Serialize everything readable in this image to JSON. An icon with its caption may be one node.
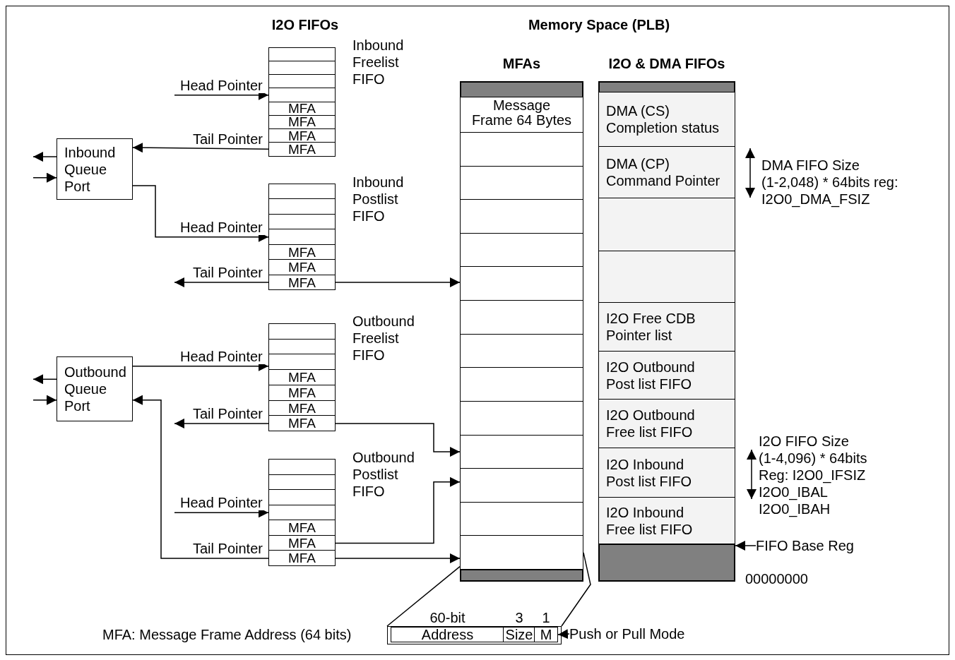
{
  "diagram": {
    "nodes": [
      {
        "text": [
          "Inbound Freelist FIFO"
        ]
      },
      {
        "text": [],
        "shape": "box",
        "in": 0
      },
      {
        "text": [],
        "shape": "box",
        "in": 0
      },
      {
        "text": [],
        "shape": "box",
        "in": 0
      },
      {
        "text": [],
        "shape": "box",
        "in": 0
      },
      {
        "text": [
          "MFA"
        ],
        "in": 0
      },
      {
        "text": [
          "MFA"
        ],
        "in": 0
      },
      {
        "text": [
          "MFA"
        ],
        "in": 0
      },
      {
        "text": [
          "MFA"
        ],
        "in": 0
      },
      {
        "text": [
          "Inbound Queue Port"
        ]
      },
      {
        "text": [
          "Inbound Postlist FIFO"
        ]
      },
      {
        "text": [],
        "shape": "box",
        "in": 10
      },
      {
        "text": [],
        "shape": "box",
        "in": 10
      },
      {
        "text": [],
        "shape": "box",
        "in": 10
      },
      {
        "text": [],
        "shape": "box",
        "in": 10
      },
      {
        "text": [
          "MFA"
        ],
        "in": 10
      },
      {
        "text": [
          "MFA"
        ],
        "in": 10
      },
      {
        "text": [
          "MFA"
        ],
        "in": 10
      },
      {
        "text": [
          "Outbound Queue Port"
        ]
      },
      {
        "text": [
          "Outbound Freelist FIFO"
        ]
      },
      {
        "text": [],
        "shape": "box",
        "in": 19
      },
      {
        "text": [],
        "shape": "box",
        "in": 19
      },
      {
        "text": [],
        "shape": "box",
        "in": 19
      },
      {
        "text": [
          "MFA"
        ],
        "in": 19
      },
      {
        "text": [
          "MFA"
        ],
        "in": 19
      },
      {
        "text": [
          "MFA"
        ],
        "in": 19
      },
      {
        "text": [
          "MFA"
        ],
        "in": 19
      },
      {
        "text": [
          "Outbound Postlist FIFO"
        ]
      },
      {
        "text": [],
        "shape": "box",
        "in": 27
      },
      {
        "text": [],
        "shape": "box",
        "in": 27
      },
      {
        "text": [],
        "shape": "box",
        "in": 27
      },
      {
        "text": [],
        "shape": "box",
        "in": 27
      },
      {
        "text": [
          "MFA"
        ],
        "in": 27
      },
      {
        "text": [
          "MFA"
        ],
        "in": 27
      },
      {
        "text": [
          "MFA"
        ],
        "in": 27
      },
      {
        "text": [
          "MFAs"
        ]
      },
      {
        "text": [],
        "shape": "bar",
        "in": 35
      },
      {
        "text": [
          "Message Frame 64 Bytes"
        ],
        "in": 35
      },
      {
        "text": [],
        "shape": "box",
        "in": 35
      },
      {
        "text": [],
        "shape": "box",
        "in": 35
      },
      {
        "text": [],
        "shape": "box",
        "in": 35
      },
      {
        "text": [],
        "shape": "box",
        "in": 35
      },
      {
        "text": [],
        "shape": "box",
        "in": 35
      },
      {
        "text": [],
        "shape": "box",
        "in": 35
      },
      {
        "text": [],
        "shape": "box",
        "in": 35
      },
      {
        "text": [],
        "shape": "box",
        "in": 35
      },
      {
        "text": [],
        "shape": "box",
        "in": 35
      },
      {
        "text": [],
        "shape": "box",
        "in": 35
      },
      {
        "text": [],
        "shape": "box",
        "in": 35
      },
      {
        "text": [],
        "shape": "box",
        "in": 35
      },
      {
        "text": [],
        "shape": "box",
        "in": 35
      },
      {
        "text": [],
        "shape": "bar",
        "in": 35
      },
      {
        "text": [
          "I2O & DMA FIFOs"
        ]
      },
      {
        "text": [],
        "shape": "bar",
        "in": 52
      },
      {
        "text": [
          "DMA (CS) Completion status"
        ],
        "in": 52
      },
      {
        "text": [
          "DMA (CP) Command Pointer"
        ],
        "in": 52
      },
      {
        "text": [],
        "shape": "box",
        "in": 52
      },
      {
        "text": [],
        "shape": "box",
        "in": 52
      },
      {
        "text": [
          "I2O Free CDB Pointer list"
        ],
        "in": 52
      },
      {
        "text": [
          "I2O Outbound Post list FIFO"
        ],
        "in": 52
      },
      {
        "text": [
          "I2O Outbound Free list FIFO"
        ],
        "in": 52
      },
      {
        "text": [
          "I2O Inbound Post list FIFO"
        ],
        "in": 52
      },
      {
        "text": [
          "I2O Inbound Free list FIFO"
        ],
        "in": 52
      },
      {
        "text": [],
        "shape": "bar",
        "in": 52
      },
      {
        "text": [
          "FIFO Base Reg"
        ]
      },
      {
        "text": [],
        "shape": "box"
      },
      {
        "text": [
          "Address"
        ],
        "in": 65,
        "beside": [
          "60-bit"
        ]
      },
      {
        "text": [
          "Size"
        ],
        "in": 65,
        "beside": [
          "3"
        ]
      },
      {
        "text": [
          "M"
        ],
        "in": 65,
        "beside": [
          "1"
        ]
      },
      {
        "text": [
          "Push or Pull Mode"
        ]
      }
    ],
    "edges": [
      {
        "from": null,
        "to": 4,
        "arrow": "to",
        "label": "Head Pointer"
      },
      {
        "from": 8,
        "to": 9,
        "arrow": "to",
        "label": "Tail Pointer"
      },
      {
        "from": 9,
        "to": null,
        "arrow": "to"
      },
      {
        "from": null,
        "to": 9,
        "arrow": "to"
      },
      {
        "from": 9,
        "to": 14,
        "arrow": "to",
        "label": "Head Pointer"
      },
      {
        "from": 17,
        "to": null,
        "arrow": "to",
        "label": "Tail Pointer"
      },
      {
        "from": 17,
        "to": 42,
        "arrow": "to"
      },
      {
        "from": 18,
        "to": null,
        "arrow": "to"
      },
      {
        "from": null,
        "to": 18,
        "arrow": "to"
      },
      {
        "from": 18,
        "to": 22,
        "arrow": "to",
        "label": "Head Pointer"
      },
      {
        "from": 26,
        "to": null,
        "arrow": "to",
        "label": "Tail Pointer"
      },
      {
        "from": 26,
        "to": 47,
        "arrow": "to"
      },
      {
        "from": null,
        "to": 31,
        "arrow": "to",
        "label": "Head Pointer"
      },
      {
        "from": 34,
        "to": 18,
        "arrow": "to",
        "label": "Tail Pointer"
      },
      {
        "from": 33,
        "to": 48,
        "arrow": "to"
      },
      {
        "from": 34,
        "to": 50,
        "arrow": "to"
      },
      {
        "from": 50,
        "to": 65,
        "arrow": "none"
      },
      {
        "from": 50,
        "to": 65,
        "arrow": "none"
      },
      {
        "from": 69,
        "to": 68,
        "arrow": "to"
      },
      {
        "from": 64,
        "to": 52,
        "arrow": "to"
      }
    ],
    "labels": [
      "I2O FIFOs",
      "Memory Space (PLB)",
      "DMA FIFO Size (1-2,048) * 64bits reg: I2O0_DMA_FSIZ",
      "I2O FIFO Size (1-4,096) * 64bits Reg: I2O0_IFSIZ I2O0_IBAL I2O0_IBAH",
      "00000000",
      "MFA: Message Frame Address (64 bits)"
    ]
  }
}
